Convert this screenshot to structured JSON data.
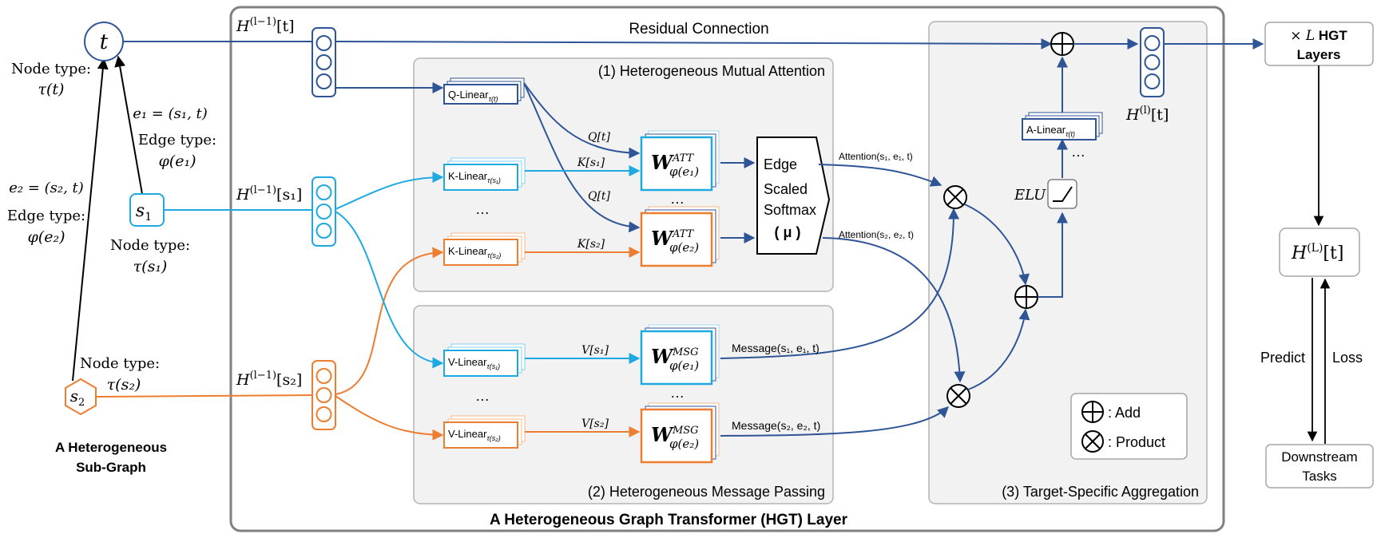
{
  "colors": {
    "navy": "#2f5597",
    "cyan": "#1ea9e1",
    "orange": "#ed7d31",
    "panel_fill": "#f2f2f2",
    "panel_border": "#a6a6a6",
    "outer_border": "#808080",
    "text": "#000000"
  },
  "graph": {
    "node_t": {
      "symbol": "t",
      "type_label": "Node type:",
      "type_value": "τ(t)"
    },
    "node_s1": {
      "symbol": "s",
      "sub": "1",
      "type_label": "Node type:",
      "type_value": "τ(s₁)"
    },
    "node_s2": {
      "symbol": "s",
      "sub": "2",
      "type_label": "Node type:",
      "type_value": "τ(s₂)"
    },
    "edge_e1": {
      "def": "e₁ = (s₁, t)",
      "type_label": "Edge type:",
      "type_value": "φ(e₁)"
    },
    "edge_e2": {
      "def": "e₂ = (s₂, t)",
      "type_label": "Edge type:",
      "type_value": "φ(e₂)"
    },
    "subgraph_caption_line1": "A Heterogeneous",
    "subgraph_caption_line2": "Sub-Graph"
  },
  "layer": {
    "caption": "A Heterogeneous Graph Transformer (HGT) Layer",
    "h_t_label": "H(l−1)[t]",
    "h_s1_label": "H(l−1)[s₁]",
    "h_s2_label": "H(l−1)[s₂]",
    "residual_label": "Residual Connection",
    "attention_panel": {
      "title": "(1) Heterogeneous Mutual Attention",
      "q_linear": "Q-Linear",
      "q_linear_sub": "τ(t)",
      "k_linear_1": "K-Linear",
      "k_linear_1_sub": "τ(s₁)",
      "k_linear_2": "K-Linear",
      "k_linear_2_sub": "τ(s₂)",
      "ellipsis_left": "…",
      "ellipsis_mid": "…",
      "q_t_1": "Q[t]",
      "k_s1": "K[s₁]",
      "q_t_2": "Q[t]",
      "k_s2": "K[s₂]",
      "w_att_1": "W",
      "w_att_1_sup": "ATT",
      "w_att_1_sub": "φ(e₁)",
      "w_att_2": "W",
      "w_att_2_sup": "ATT",
      "w_att_2_sub": "φ(e₂)",
      "softmax_line1": "Edge",
      "softmax_line2": "Scaled",
      "softmax_line3": "Softmax",
      "softmax_line4": "( μ )",
      "attention_1": "Attention(s₁, e₁, t)",
      "attention_2": "Attention(s₂, e₂, t)"
    },
    "message_panel": {
      "title": "(2) Heterogeneous Message Passing",
      "v_linear_1": "V-Linear",
      "v_linear_1_sub": "τ(s₁)",
      "v_linear_2": "V-Linear",
      "v_linear_2_sub": "τ(s₂)",
      "ellipsis_left": "…",
      "ellipsis_mid": "…",
      "v_s1": "V[s₁]",
      "v_s2": "V[s₂]",
      "w_msg_1": "W",
      "w_msg_1_sup": "MSG",
      "w_msg_1_sub": "φ(e₁)",
      "w_msg_2": "W",
      "w_msg_2_sup": "MSG",
      "w_msg_2_sub": "φ(e₂)",
      "message_1": "Message(s₁, e₁, t)",
      "message_2": "Message(s₂, e₂, t)"
    },
    "aggregation_panel": {
      "title": "(3) Target-Specific Aggregation",
      "a_linear": "A-Linear",
      "a_linear_sub": "τ(t)",
      "ellipsis": "…",
      "elu": "ELU",
      "h_out_label": "H(l)[t]",
      "legend_add": ": Add",
      "legend_product": ": Product"
    }
  },
  "right": {
    "layers_line1": "× L HGT",
    "layers_line2": "Layers",
    "h_final": "H(L)[t]",
    "predict": "Predict",
    "loss": "Loss",
    "tasks_line1": "Downstream",
    "tasks_line2": "Tasks"
  }
}
